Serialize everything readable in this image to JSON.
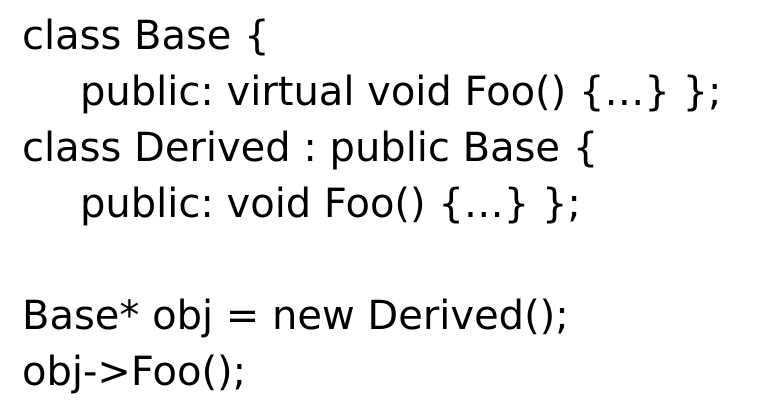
{
  "code": {
    "lines": [
      "class Base {",
      "public: virtual void Foo() {…} };",
      "class Derived : public Base {",
      "public: void Foo() {…} };",
      "",
      "Base* obj = new Derived();",
      "obj->Foo();"
    ]
  },
  "colors": {
    "text": "#000000",
    "background": "#ffffff"
  }
}
